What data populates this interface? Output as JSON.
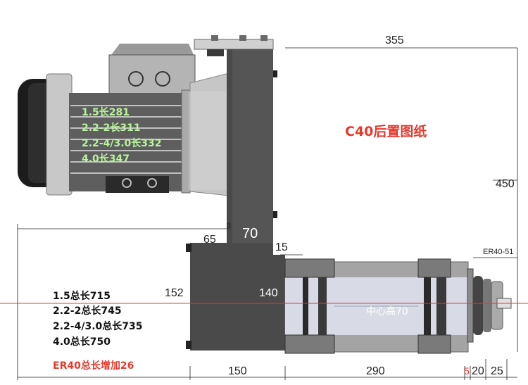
{
  "title": "C40后置图纸",
  "colors": {
    "title": "#e53a2e",
    "note": "#e53a2e",
    "motor_label": "#b8f59a",
    "center_line": "#e53a2e"
  },
  "motor_labels": [
    "1.5长281",
    "2.2-2长311",
    "2.2-4/3.0长332",
    "4.0长347"
  ],
  "total_lengths": [
    "1.5总长715",
    "2.2-2总长745",
    "2.2-4/3.0总长735",
    "4.0总长750"
  ],
  "note": "ER40总长增加26",
  "center_label": "中心高70",
  "spindle_model": "ER40-51",
  "dimensions": {
    "top_width": "355",
    "height": "450",
    "plate_thickness": "8",
    "plate_width": "70",
    "left_offset": "65",
    "step": "15",
    "base_height": "152",
    "body_height": "140",
    "base_length": "150",
    "body_length": "290",
    "small_gap": "5",
    "nut_length": "20",
    "collet_length": "25"
  }
}
